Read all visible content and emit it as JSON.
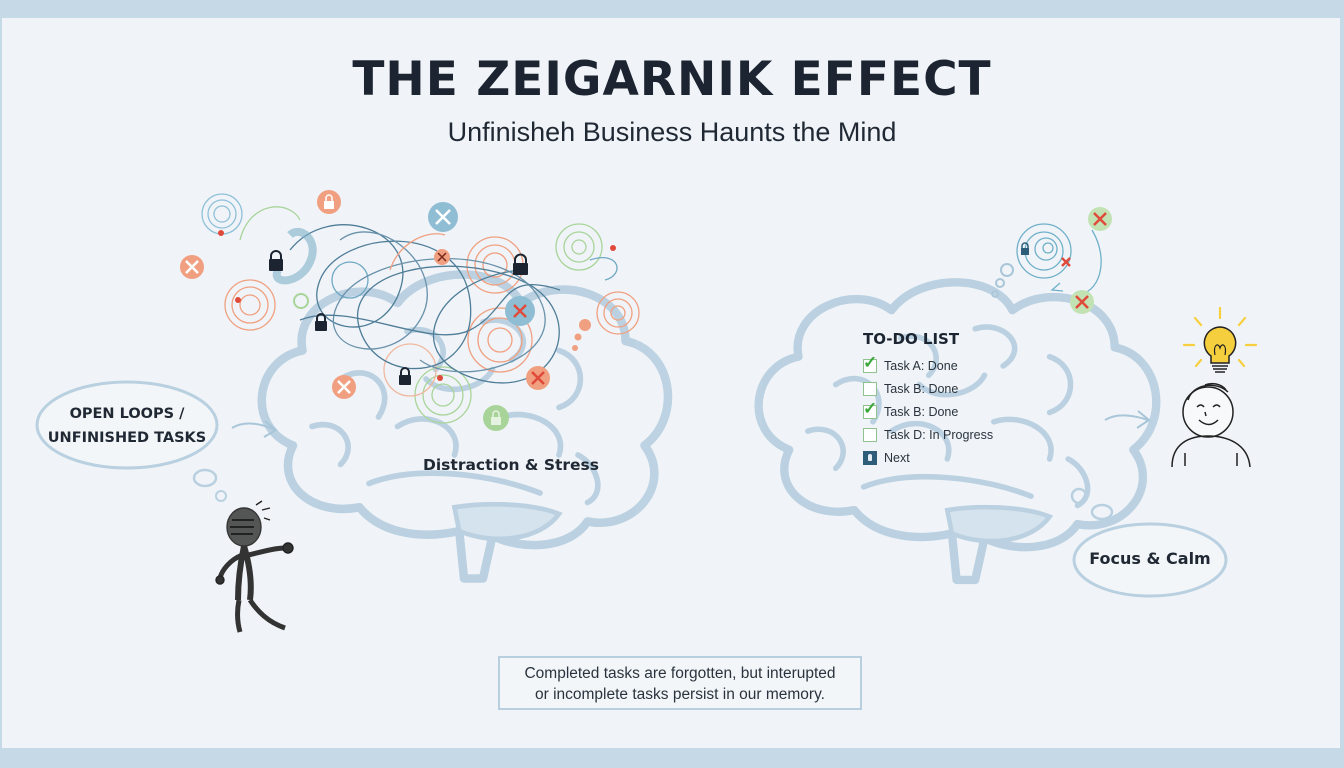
{
  "header": {
    "title": "THE ZEIGARNIK EFFECT",
    "subtitle": "Unfinisheh Business Haunts the Mind"
  },
  "left_panel": {
    "bubble_label_line1": "OPEN LOOPS /",
    "bubble_label_line2": "UNFINISHED TASKS",
    "brain_caption": "Distraction & Stress",
    "icons": [
      "tangled-scribble",
      "lock-icon",
      "x-icon",
      "stressed-figure",
      "arrow-icon"
    ]
  },
  "right_panel": {
    "todo": {
      "title": "TO-DO LIST",
      "items": [
        {
          "label": "Task A: Done",
          "state": "checked"
        },
        {
          "label": "Task B: Done",
          "state": "unchecked"
        },
        {
          "label": "Task B: Done",
          "state": "checked"
        },
        {
          "label": "Task D: In Progress",
          "state": "unchecked"
        },
        {
          "label": "Next",
          "state": "locked"
        }
      ]
    },
    "bubble_label": "Focus & Calm",
    "icons": [
      "lightbulb-icon",
      "happy-person",
      "arrow-icon"
    ]
  },
  "footer_note": {
    "line1": "Completed tasks are forgotten, but interupted",
    "line2": "or incomplete tasks persist in our memory."
  },
  "colors": {
    "frame": "#c5d9e6",
    "background": "#f0f4f8",
    "brain_outline": "#b9d0e0",
    "orange": "#f0a080",
    "green": "#a8d49a",
    "teal": "#6fa8c4",
    "x_red": "#e04a3a",
    "bulb_yellow": "#f6cf3f",
    "text_dark": "#1b2430"
  }
}
